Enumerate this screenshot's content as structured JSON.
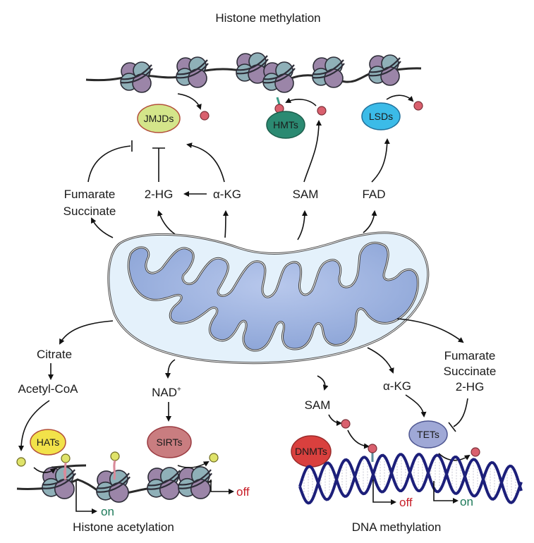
{
  "titles": {
    "histone_methylation": "Histone methylation",
    "histone_acetylation": "Histone acetylation",
    "dna_methylation": "DNA methylation"
  },
  "metabolites": {
    "fumarate_succinate_top": [
      "Fumarate",
      "Succinate"
    ],
    "two_hg_top": "2-HG",
    "akg_top": "α-KG",
    "sam_top": "SAM",
    "fad": "FAD",
    "citrate": "Citrate",
    "acetyl_coa": "Acetyl-CoA",
    "nad": "NAD",
    "nad_superscript": "+",
    "sam_bottom": "SAM",
    "akg_bottom": "α-KG",
    "fumarate_succinate_2hg_bottom": [
      "Fumarate",
      "Succinate",
      "2-HG"
    ]
  },
  "enzymes": {
    "jmjds": {
      "label": "JMJDs",
      "fill": "#d4e58a",
      "stroke": "#b3503a"
    },
    "hmts": {
      "label": "HMTs",
      "fill": "#2b8a72",
      "stroke": "#1d5e4c"
    },
    "lsds": {
      "label": "LSDs",
      "fill": "#3bbbe8",
      "stroke": "#1f6f9a"
    },
    "hats": {
      "label": "HATs",
      "fill": "#f2e24a",
      "stroke": "#b3503a"
    },
    "sirts": {
      "label": "SIRTs",
      "fill": "#c97d80",
      "stroke": "#9a3a40"
    },
    "dnmts": {
      "label": "DNMTs",
      "fill": "#d9403e",
      "stroke": "#9a2a2a"
    },
    "tets": {
      "label": "TETs",
      "fill": "#9fa8d6",
      "stroke": "#4d5590"
    }
  },
  "gene_states": {
    "acetylation_on": {
      "label": "on",
      "color": "#1e7a5a"
    },
    "acetylation_off": {
      "label": "off",
      "color": "#c8202a"
    },
    "dna_off": {
      "label": "off",
      "color": "#c8202a"
    },
    "dna_on": {
      "label": "on",
      "color": "#1e7a5a"
    }
  },
  "colors": {
    "methyl_group": "#d9606e",
    "acetyl_group": "#dfe36a",
    "histone_purple": "#9b85a8",
    "histone_teal": "#8fb0b8",
    "mito_outer": "#e4f1fb",
    "mito_inner": "#9db4e0",
    "dna_strand": "#1c1f7a"
  }
}
